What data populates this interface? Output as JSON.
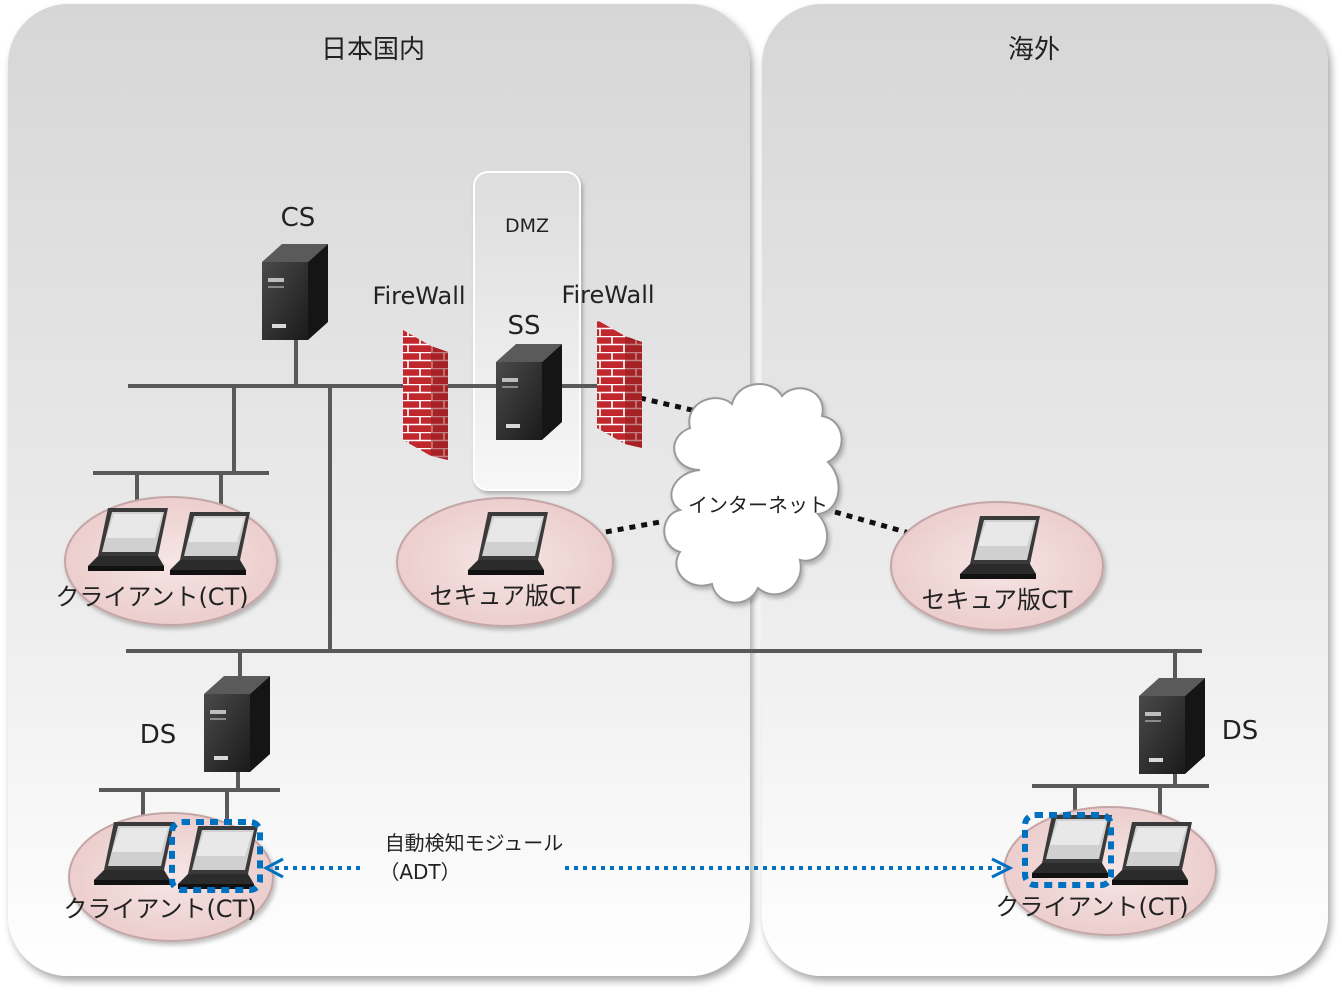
{
  "regions": {
    "domestic": "日本国内",
    "overseas": "海外",
    "dmz": "DMZ"
  },
  "nodes": {
    "cs": "CS",
    "ss": "SS",
    "ds_domestic": "DS",
    "ds_overseas": "DS",
    "firewall_left": "FireWall",
    "firewall_right": "FireWall",
    "internet": "インターネット"
  },
  "client_groups": {
    "domestic_top": "クライアント(CT)",
    "domestic_bottom": "クライアント(CT)",
    "overseas": "クライアント(CT)",
    "secure_domestic": "セキュア版CT",
    "secure_overseas": "セキュア版CT"
  },
  "adt": {
    "line1": "自動検知モジュール",
    "line2": "（ADT）"
  },
  "colors": {
    "panel_top": "#d9d9d9",
    "panel_bottom": "#ffffff",
    "network_line": "#595959",
    "client_ellipse": "#f2dcdb",
    "client_ellipse_border": "#c4a6a6",
    "firewall": "#c0282d",
    "adt_highlight": "#0070c0",
    "server_body": "#2b2b2b"
  }
}
